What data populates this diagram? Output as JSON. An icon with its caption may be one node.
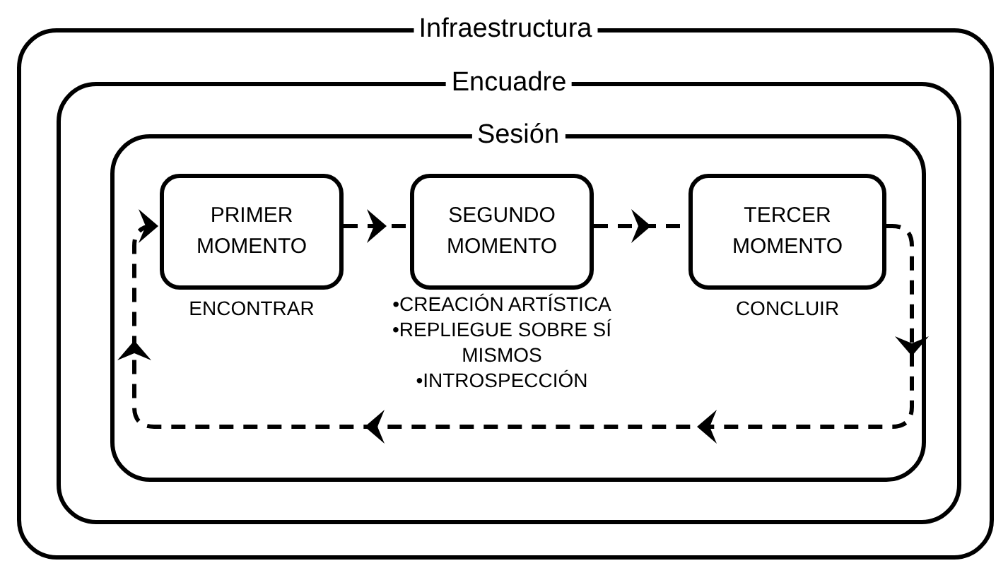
{
  "diagram": {
    "nodes": [
      {
        "text": [
          "Infraestructura"
        ]
      },
      {
        "text": [
          "Encuadre"
        ],
        "in": 0
      },
      {
        "text": [
          "Sesión"
        ],
        "in": 1
      },
      {
        "text": [
          "PRIMER MOMENTO"
        ],
        "in": 2,
        "beside": [
          "ENCONTRAR"
        ]
      },
      {
        "text": [
          "SEGUNDO MOMENTO"
        ],
        "in": 2,
        "beside": [
          "•CREACIÓN ARTÍSTICA",
          "•REPLIEGUE SOBRE SÍ MISMOS",
          "•INTROSPECCIÓN"
        ]
      },
      {
        "text": [
          "TERCER MOMENTO"
        ],
        "in": 2,
        "beside": [
          "CONCLUIR"
        ]
      }
    ],
    "edges": [
      {
        "from": 3,
        "to": 4,
        "arrow": "to",
        "style": "dashed"
      },
      {
        "from": 4,
        "to": 5,
        "arrow": "to",
        "style": "dashed"
      },
      {
        "from": 5,
        "to": 3,
        "arrow": "to",
        "style": "dashed"
      }
    ]
  }
}
